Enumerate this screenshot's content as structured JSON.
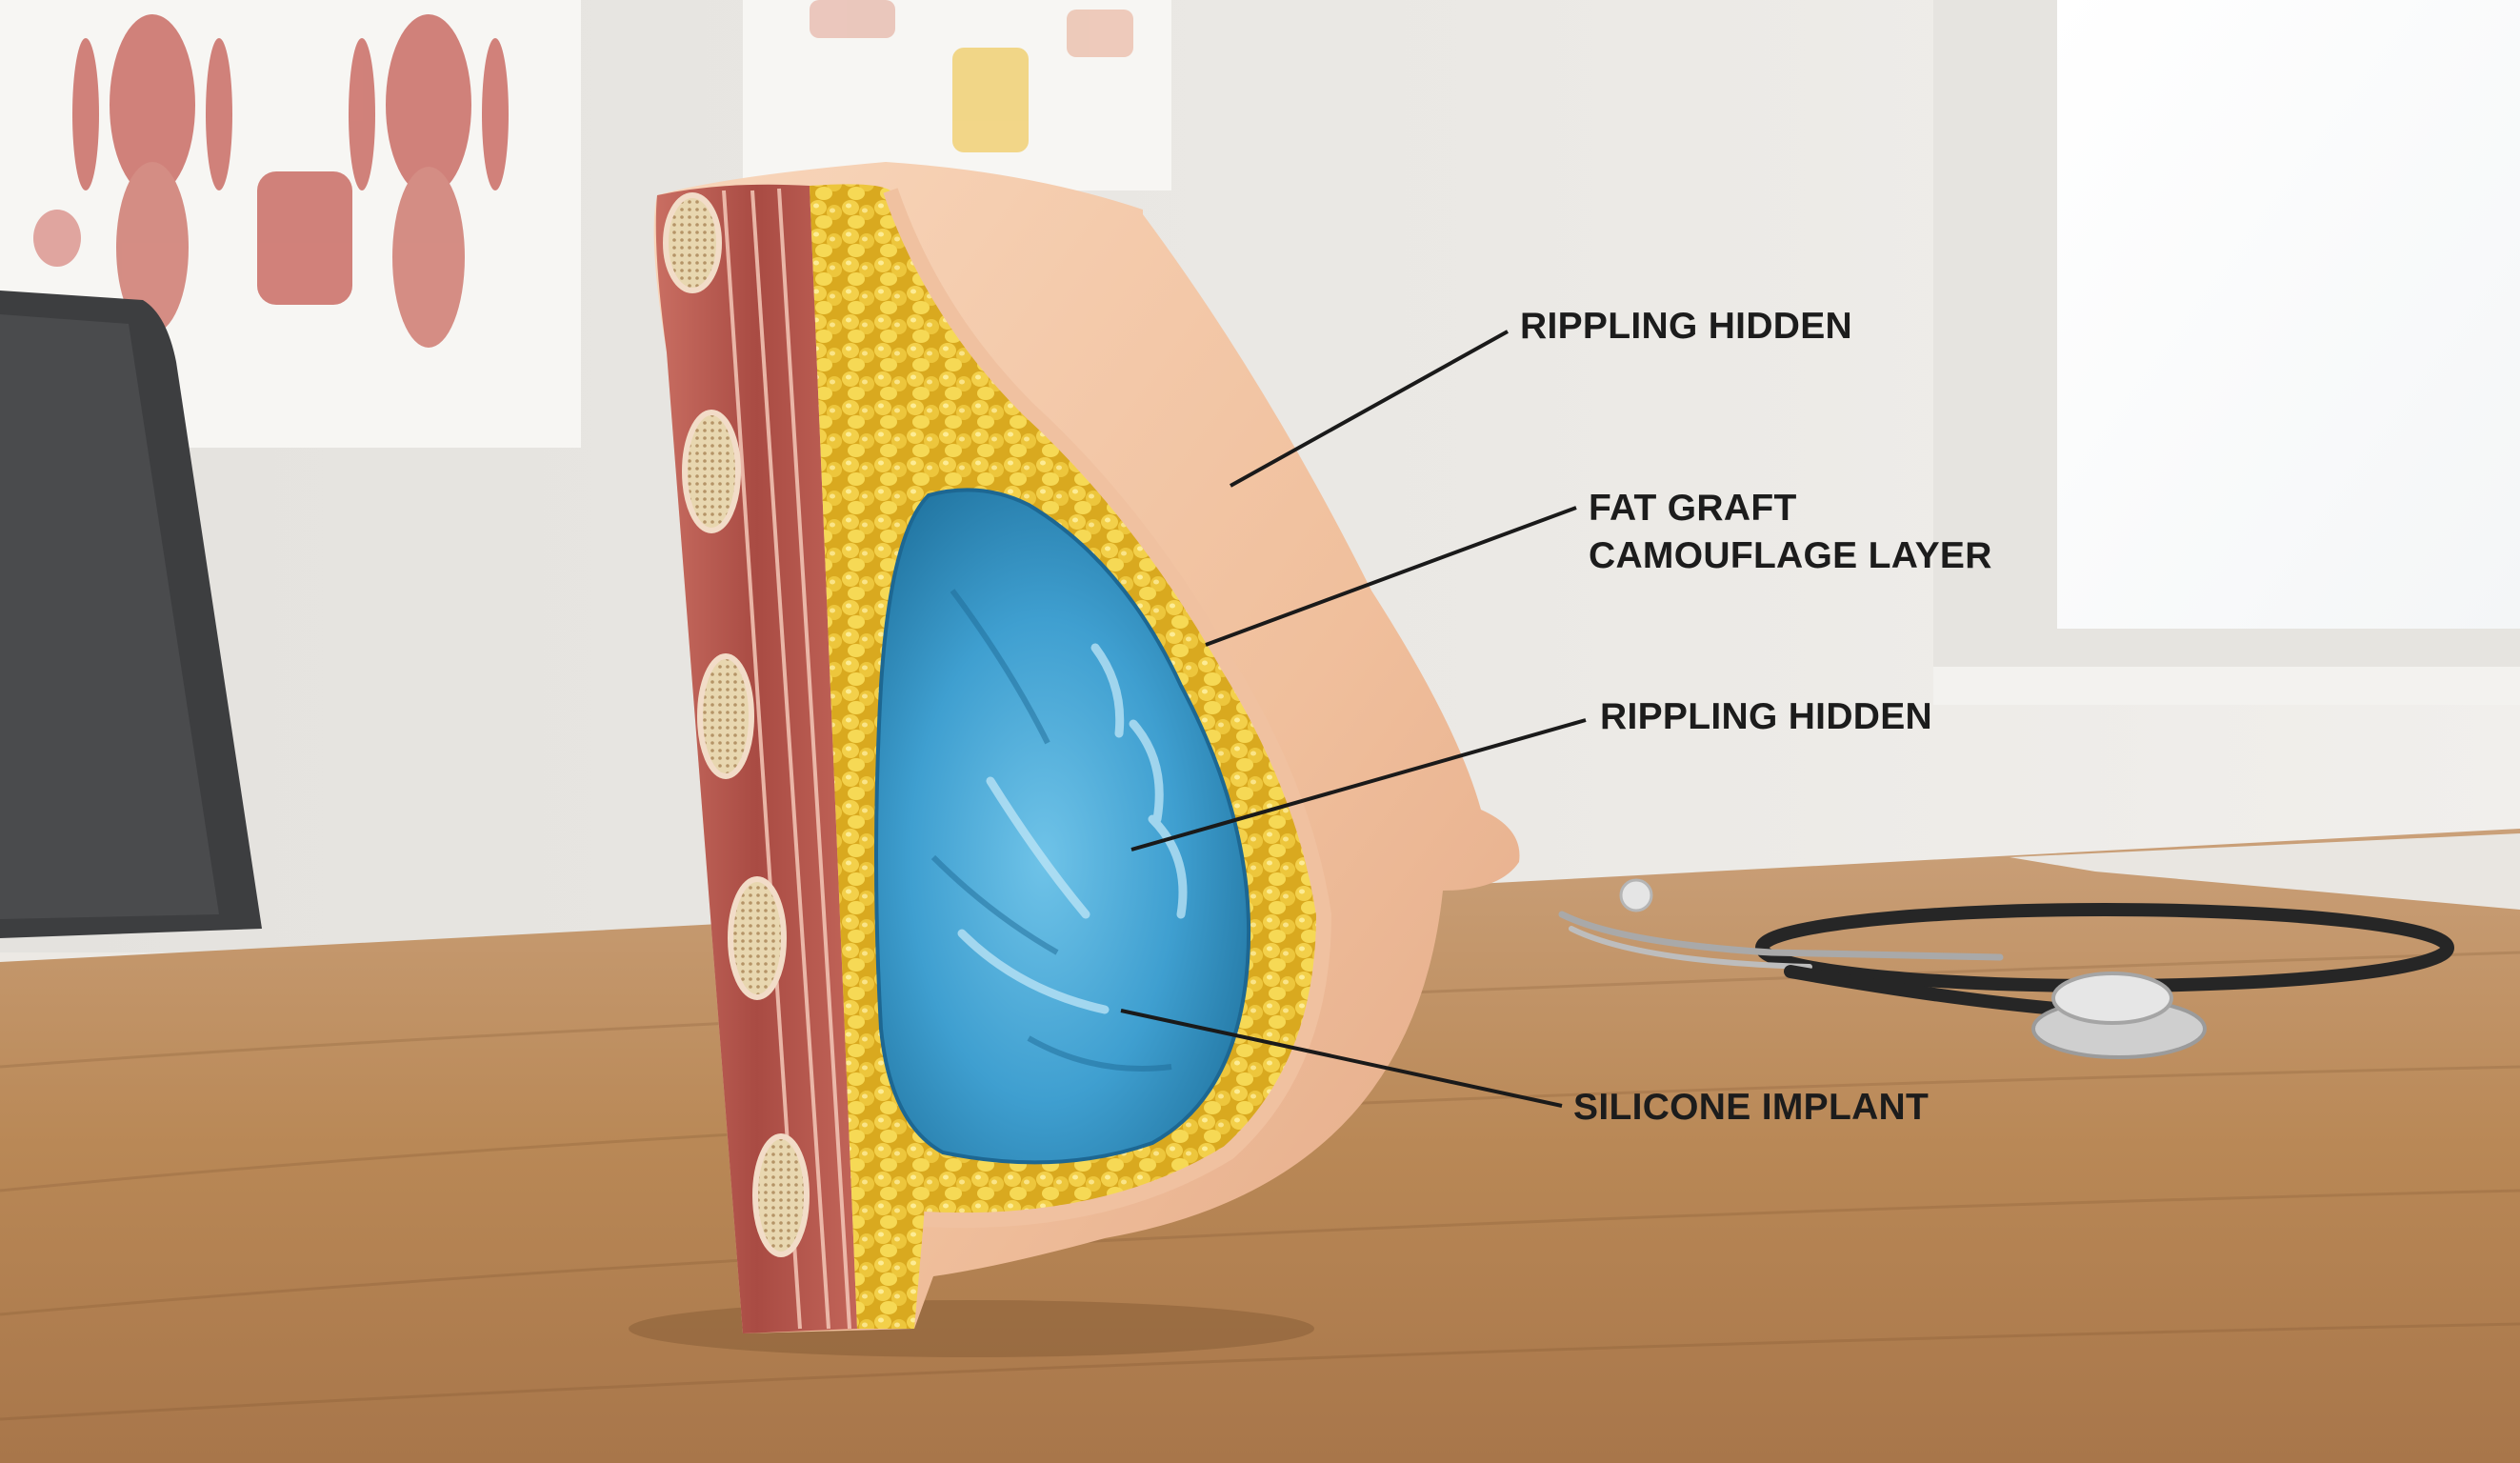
{
  "labels": {
    "rippling_top": "RIPPLING HIDDEN",
    "fat_graft_line1": "FAT GRAFT",
    "fat_graft_line2": "CAMOUFLAGE LAYER",
    "rippling_mid": "RIPPLING HIDDEN",
    "silicone_implant": "SILICONE IMPLANT"
  },
  "colors": {
    "implant": "#3f9fd0",
    "fat": "#e2bc2a",
    "skin": "#f3c6a4",
    "muscle": "#b4554c",
    "desk": "#c08e62",
    "leader_line": "#1a1a1a",
    "label_text": "#1c1c1c"
  }
}
